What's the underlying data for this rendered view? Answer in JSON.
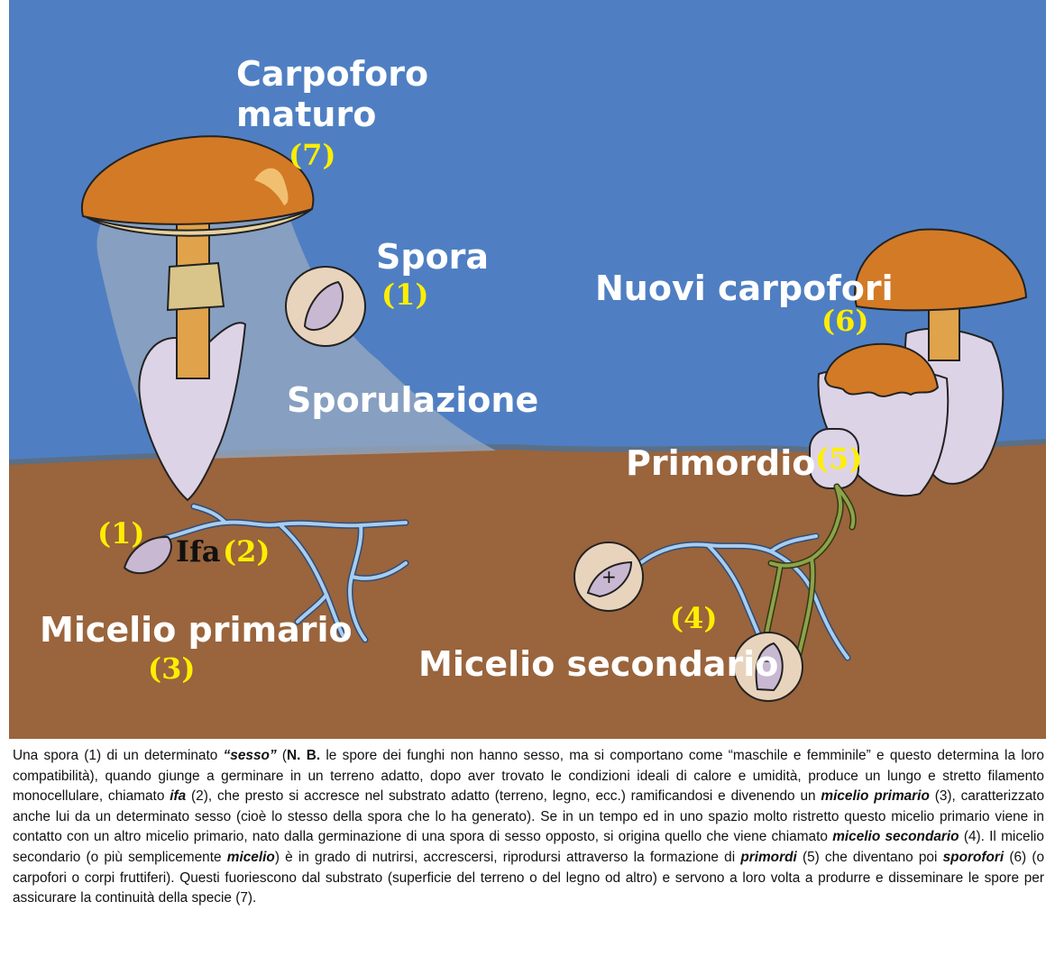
{
  "labels": {
    "carpoforo_line1": "Carpoforo",
    "carpoforo_line2": "maturo",
    "num7": "(7)",
    "spora": "Spora",
    "num1_spore": "(1)",
    "sporulazione": "Sporulazione",
    "nuovi_carpofori": "Nuovi carpofori",
    "num6": "(6)",
    "primordio": "Primordio",
    "num5": "(5)",
    "num1_soil": "(1)",
    "ifa": "Ifa",
    "num2": "(2)",
    "micelio_primario": "Micelio primario",
    "num3": "(3)",
    "num4": "(4)",
    "micelio_secondario": "Micelio secondario",
    "plus_sign": "+",
    "minus_sign": "−"
  },
  "colors": {
    "sky": "#4f7fc2",
    "soil": "#9a643c",
    "cap": "#d37a26",
    "hypha": "#a9cdee",
    "secondary_hypha": "#8fa24a",
    "volva": "#ddd3e6",
    "label_yellow": "#ffee00"
  },
  "caption": {
    "s1": "Una spora (1) di un determinato ",
    "sesso": "“sesso”",
    "s2": " (",
    "nb": "N. B.",
    "s3": " le spore dei funghi non hanno sesso, ma si comportano come “maschile e femminile” e questo determina la loro compatibilità), quando giunge a germinare in un terreno adatto, dopo aver trovato le condizioni ideali di calore e umidità, produce un lungo e stretto filamento monocellulare, chiamato ",
    "ifa": "ifa",
    "s4": " (2), che presto si accresce nel substrato adatto (terreno, legno, ecc.) ramificandosi e divenendo un ",
    "micelio_primario": "micelio primario",
    "s5": " (3), caratterizzato anche lui da un determinato sesso (cioè lo stesso della spora che lo ha generato). Se in un tempo ed in uno spazio molto ristretto questo micelio primario viene in contatto con un altro micelio primario, nato dalla germinazione di una spora di sesso opposto, si origina quello che viene chiamato ",
    "micelio_secondario": "micelio secondario",
    "s6": " (4). Il micelio secondario (o più semplicemente ",
    "micelio": "micelio",
    "s7": ") è in grado di nutrirsi, accrescersi, riprodursi attraverso la formazione di ",
    "primordi": "primordi",
    "s8": " (5) che diventano poi ",
    "sporofori": "sporofori",
    "s9": " (6) (o carpofori o corpi fruttiferi). Questi fuoriescono dal substrato (superficie del terreno o del legno od altro) e servono a loro volta a produrre e disseminare le spore per assicurare la continuità della specie (7)."
  }
}
